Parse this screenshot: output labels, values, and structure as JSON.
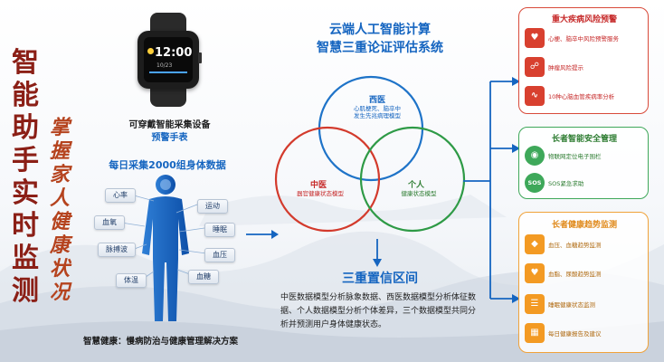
{
  "slogan": {
    "main": [
      "智",
      "能",
      "助",
      "手",
      "实",
      "时",
      "监",
      "测"
    ],
    "sub": [
      "掌",
      "握",
      "家",
      "人",
      "健",
      "康",
      "状",
      "况"
    ]
  },
  "watch": {
    "time": "12:00",
    "date": "10/23",
    "title": "可穿戴智能采集设备",
    "subtitle": "预警手表"
  },
  "collection": {
    "title": "每日采集2000组身体数据",
    "metrics": [
      "心率",
      "运动",
      "血氧",
      "睡眠",
      "脉搏波",
      "血压",
      "体温",
      "血糖"
    ]
  },
  "footer_left": "智慧健康：慢病防治与健康管理解决方案",
  "center": {
    "title_line1": "云端人工智能计算",
    "title_line2": "智慧三重论证评估系统",
    "venn": {
      "west": {
        "label": "西医",
        "desc_line1": "心肌梗死、脑卒中",
        "desc_line2": "发生先兆病理模型"
      },
      "tcm": {
        "label": "中医",
        "desc": "器官健康状态模型"
      },
      "person": {
        "label": "个人",
        "desc": "健康状态模型"
      }
    },
    "confidence_title": "三重置信区间",
    "confidence_text": "中医数据模型分析脉象数据、西医数据模型分析体征数据、个人数据模型分析个体差异，三个数据模型共同分析并预测用户身体健康状态。"
  },
  "panels": {
    "risk": {
      "title": "重大疾病风险预警",
      "items": [
        {
          "icon": "heart-icon",
          "text": "心梗、脑卒中风险预警服务"
        },
        {
          "icon": "ribbon-icon",
          "text": "肿瘤风险提示"
        },
        {
          "icon": "ecg-icon",
          "text": "10种心脑血管疾病率分析"
        }
      ]
    },
    "safety": {
      "title": "长者智能安全管理",
      "items": [
        {
          "icon": "location-icon",
          "text": "物联网定位电子围栏"
        },
        {
          "icon": "sos-icon",
          "label": "SOS",
          "text": "SOS紧急求助"
        }
      ]
    },
    "trend": {
      "title": "长者健康趋势监测",
      "items": [
        {
          "icon": "drop-icon",
          "text": "血压、血糖趋势监测"
        },
        {
          "icon": "heart-icon",
          "text": "血脂、尿酸趋势监测"
        },
        {
          "icon": "report-icon",
          "text": "睡眠健康状态监测"
        },
        {
          "icon": "calendar-icon",
          "text": "每日健康报告及建议"
        }
      ]
    }
  },
  "colors": {
    "accent_blue": "#1565c0",
    "slogan_red": "#8b1f16",
    "risk_red": "#d8402f",
    "safety_green": "#3ea85a",
    "trend_orange": "#f39a23"
  }
}
